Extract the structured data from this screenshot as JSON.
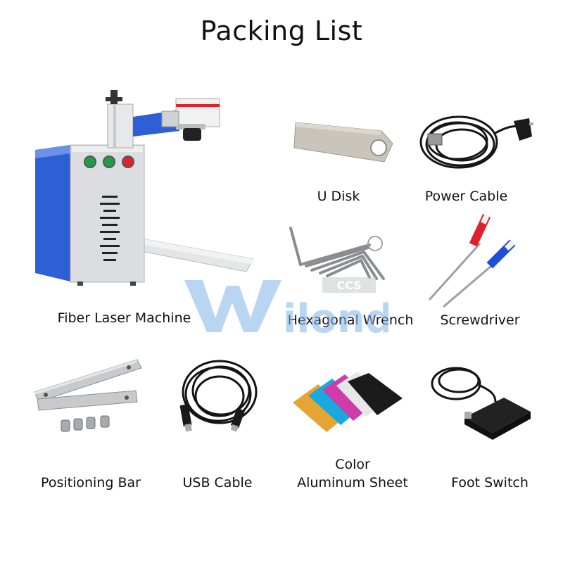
{
  "title": "Packing List",
  "items": [
    {
      "label": "Fiber Laser Machine"
    },
    {
      "label": "U Disk"
    },
    {
      "label": "Power Cable"
    },
    {
      "label": "Hexagonal Wrench"
    },
    {
      "label": "Screwdriver"
    },
    {
      "label": "Positioning Bar"
    },
    {
      "label": "USB Cable"
    },
    {
      "label_line1": "Color",
      "label_line2": "Aluminum Sheet"
    },
    {
      "label": "Foot Switch"
    }
  ],
  "watermark": {
    "text": "ilond",
    "badge": "CCS"
  },
  "colors": {
    "machine_blue": "#2f5fd6",
    "machine_silver": "#d9dadc",
    "button_green": "#1e9e45",
    "button_red": "#e0202a",
    "watermark": "#7fb3e8"
  }
}
